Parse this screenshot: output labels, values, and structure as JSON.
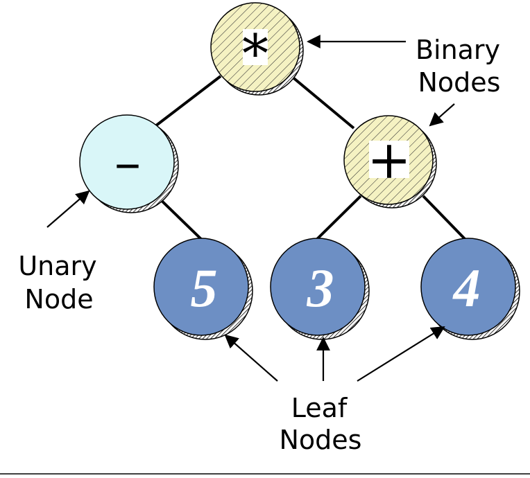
{
  "nodes": {
    "root": {
      "symbol": "*"
    },
    "minus": {
      "symbol": "–"
    },
    "plus": {
      "symbol": "+"
    },
    "leaf_left": {
      "symbol": "5"
    },
    "leaf_middle": {
      "symbol": "3"
    },
    "leaf_right": {
      "symbol": "4"
    }
  },
  "labels": {
    "binary": [
      "Binary",
      "Nodes"
    ],
    "unary": [
      "Unary",
      "Node"
    ],
    "leaf": [
      "Leaf",
      "Nodes"
    ]
  },
  "colors": {
    "binary_fill": "#f5f2c2",
    "unary_fill": "#d9f6f8",
    "leaf_fill": "#6d8fc4"
  }
}
